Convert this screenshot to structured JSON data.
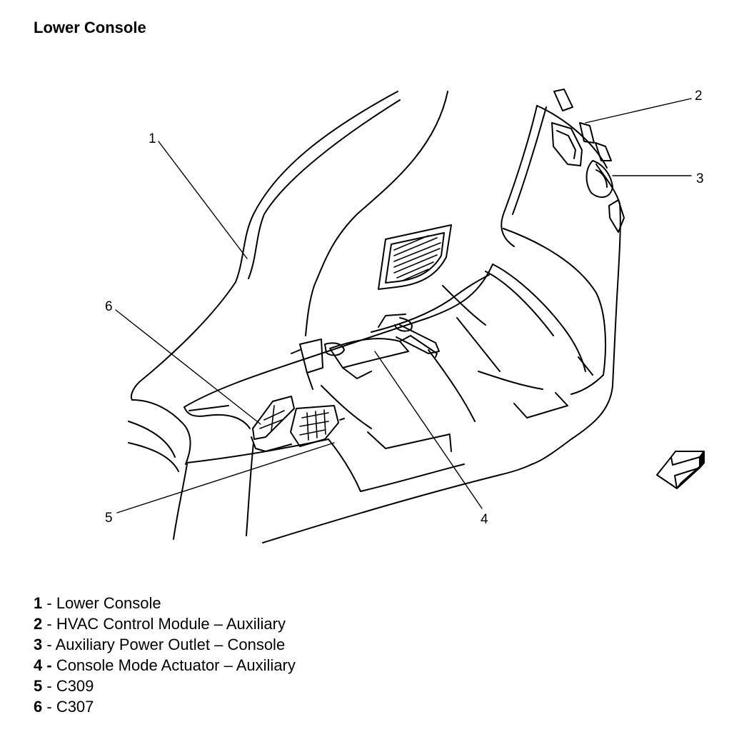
{
  "title": "Lower Console",
  "callouts": [
    "1",
    "2",
    "3",
    "4",
    "5",
    "6"
  ],
  "legend": [
    {
      "num": "1",
      "sep": " - ",
      "text": "Lower Console"
    },
    {
      "num": "2",
      "sep": " - ",
      "text": "HVAC Control Module – Auxiliary"
    },
    {
      "num": "3",
      "sep": " - ",
      "text": "Auxiliary Power Outlet – Console"
    },
    {
      "num": "4",
      "sep": " - ",
      "text": "Console Mode Actuator – Auxiliary"
    },
    {
      "num": "5",
      "sep": " - ",
      "text": "C309"
    },
    {
      "num": "6",
      "sep": " - ",
      "text": "C307"
    }
  ],
  "colors": {
    "line": "#000000",
    "background": "#ffffff"
  },
  "icons": [
    "direction-arrow-icon"
  ]
}
